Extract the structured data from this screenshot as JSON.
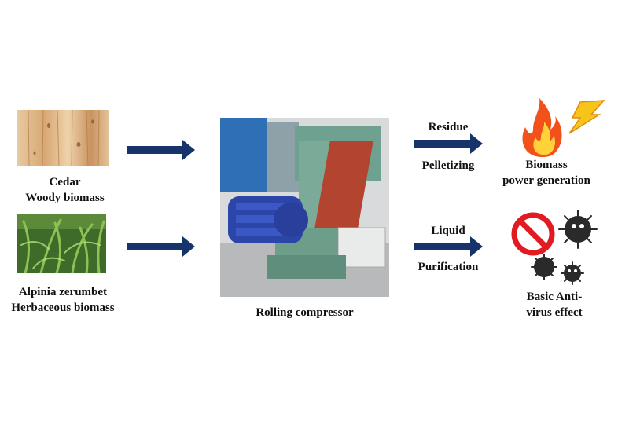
{
  "sources": {
    "cedar": {
      "line1": "Cedar",
      "line2": "Woody biomass"
    },
    "alpinia": {
      "line1": "Alpinia  zerumbet",
      "line2": "Herbaceous biomass"
    }
  },
  "machine": {
    "label": "Rolling  compressor"
  },
  "outputs": {
    "residue": {
      "top": "Residue",
      "bottom": "Pelletizing"
    },
    "liquid": {
      "top": "Liquid",
      "bottom": "Purification"
    }
  },
  "results": {
    "power": {
      "line1": "Biomass",
      "line2": "power generation"
    },
    "antivirus": {
      "line1": "Basic Anti-",
      "line2": "virus effect"
    }
  },
  "colors": {
    "arrow": "#17336b",
    "flame_outer": "#f2521a",
    "flame_inner": "#ffd23a",
    "bolt": "#f7c51a",
    "prohibit": "#e21b23",
    "virus": "#2a2a2a"
  }
}
